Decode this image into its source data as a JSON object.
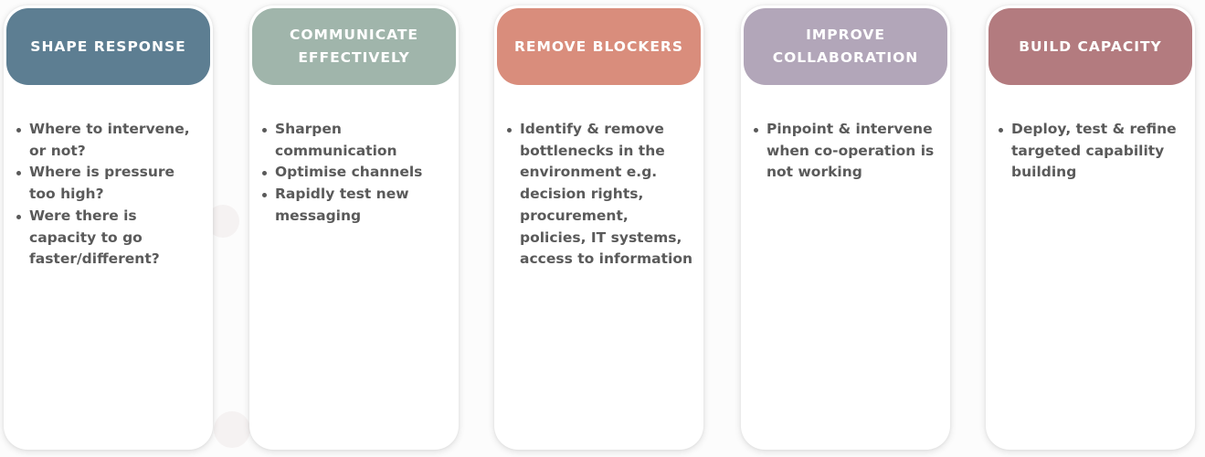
{
  "cards": [
    {
      "title": "SHAPE RESPONSE",
      "color": "#5d7e92",
      "bullets": [
        "Where to intervene, or not?",
        "Where is pressure too high?",
        "Were there is capacity to go faster/different?"
      ]
    },
    {
      "title": "COMMUNICATE EFFECTIVELY",
      "color": "#a0b5ab",
      "bullets": [
        "Sharpen communication",
        "Optimise channels",
        "Rapidly test new messaging"
      ]
    },
    {
      "title": "REMOVE BLOCKERS",
      "color": "#d98d7c",
      "bullets": [
        "Identify & remove bottlenecks in the environment e.g. decision rights, procurement, policies, IT systems, access to information"
      ]
    },
    {
      "title": "IMPROVE COLLABORATION",
      "color": "#b2a6b9",
      "bullets": [
        "Pinpoint & intervene when co-operation is not working"
      ]
    },
    {
      "title": "BUILD CAPACITY",
      "color": "#b37b7f",
      "bullets": [
        "Deploy, test & refine targeted capability building"
      ]
    }
  ]
}
